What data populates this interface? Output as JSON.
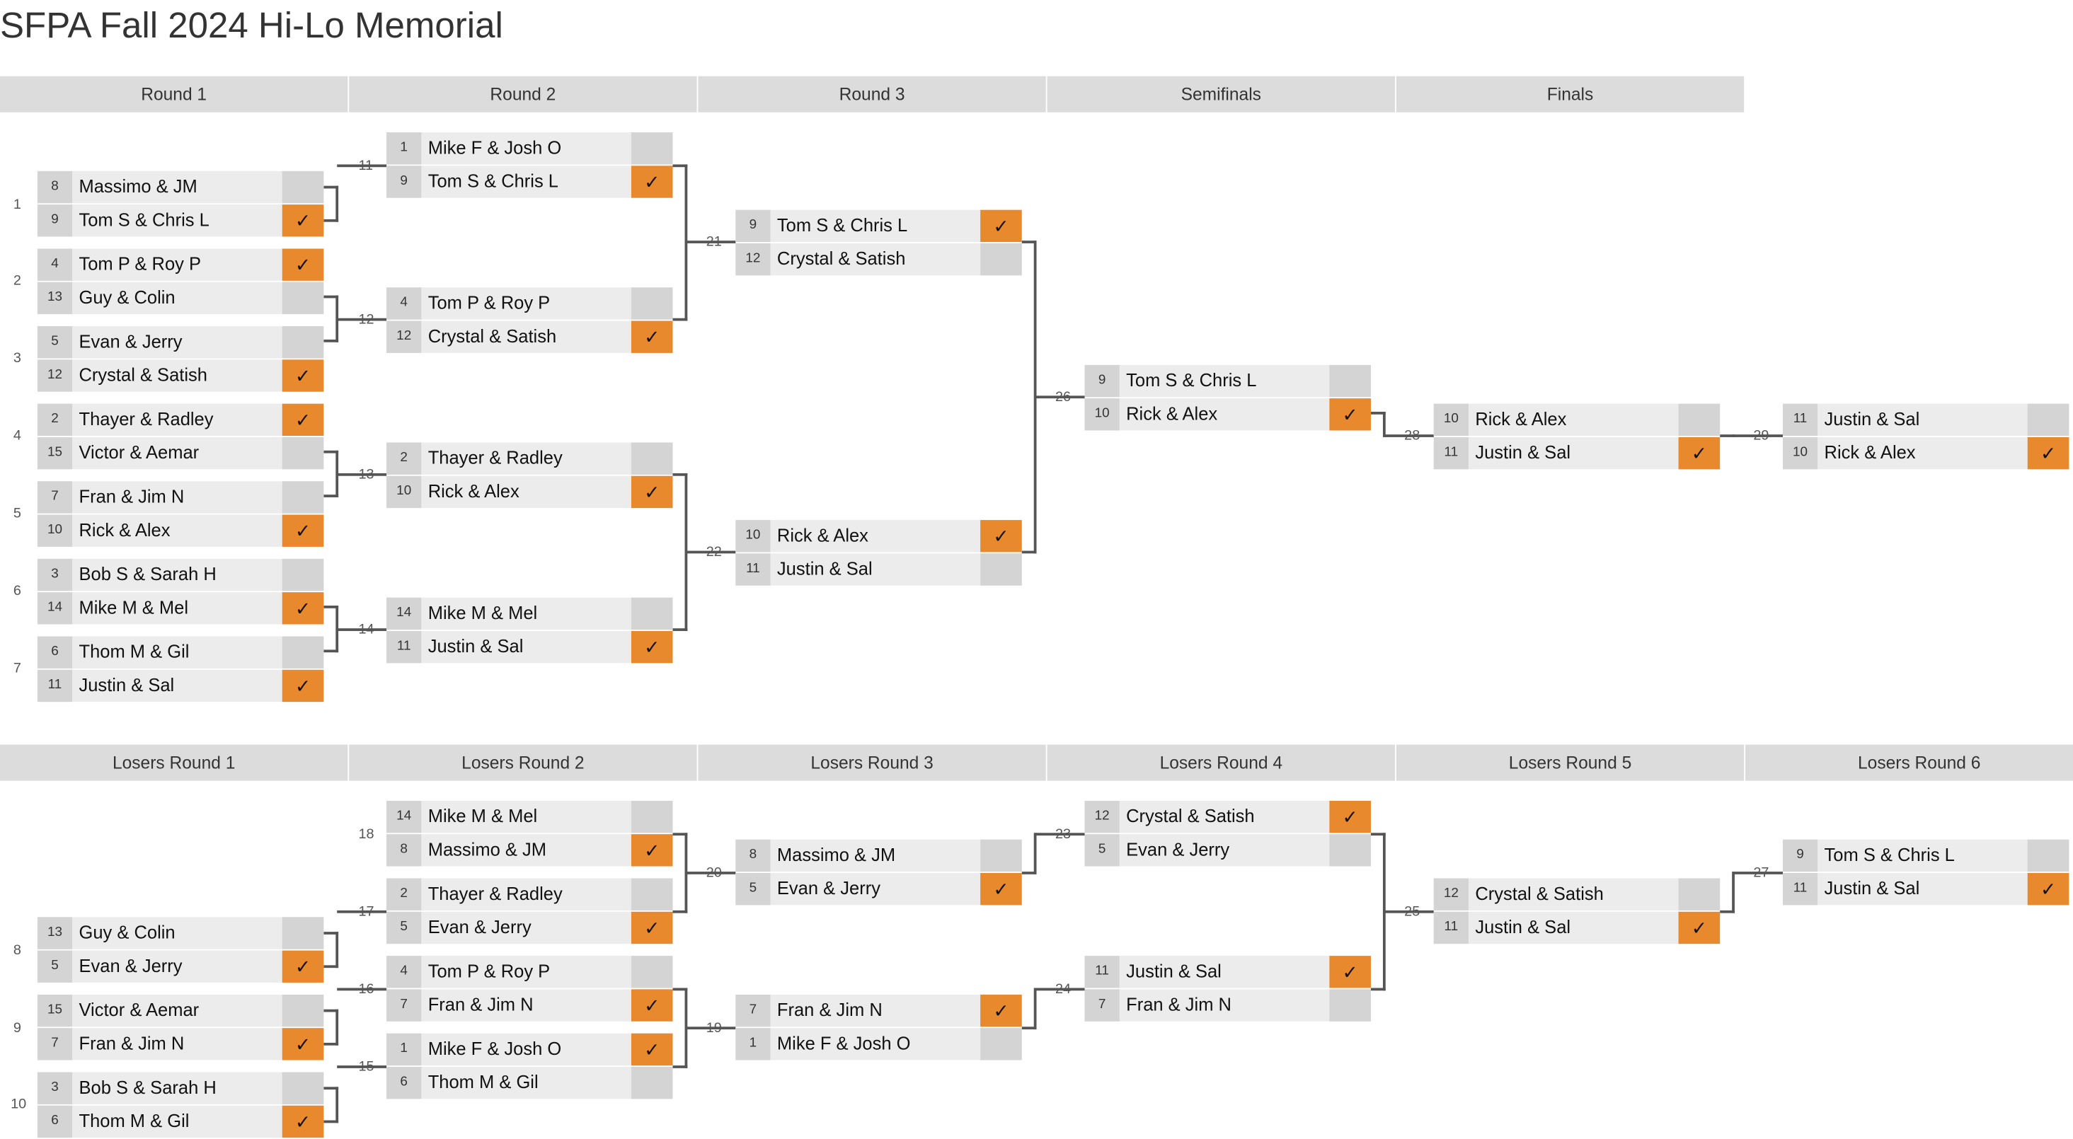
{
  "title": "SFPA Fall 2024 Hi-Lo Memorial",
  "colors": {
    "win": "#e8892e",
    "header": "#dcdcdc",
    "slot": "#ececec",
    "seed": "#d4d4d4",
    "connector": "#555555"
  },
  "check_icon": "check-mark-icon",
  "winners_headers": [
    "Round 1",
    "Round 2",
    "Round 3",
    "Semifinals",
    "Finals"
  ],
  "losers_headers": [
    "Losers Round 1",
    "Losers Round 2",
    "Losers Round 3",
    "Losers Round 4",
    "Losers Round 5",
    "Losers Round 6"
  ],
  "winners_matches": [
    {
      "num": "1",
      "teams": [
        {
          "seed": "8",
          "name": "Massimo & JM",
          "win": false
        },
        {
          "seed": "9",
          "name": "Tom S & Chris L",
          "win": true
        }
      ]
    },
    {
      "num": "2",
      "teams": [
        {
          "seed": "4",
          "name": "Tom P & Roy P",
          "win": true
        },
        {
          "seed": "13",
          "name": "Guy & Colin",
          "win": false
        }
      ]
    },
    {
      "num": "3",
      "teams": [
        {
          "seed": "5",
          "name": "Evan & Jerry",
          "win": false
        },
        {
          "seed": "12",
          "name": "Crystal & Satish",
          "win": true
        }
      ]
    },
    {
      "num": "4",
      "teams": [
        {
          "seed": "2",
          "name": "Thayer & Radley",
          "win": true
        },
        {
          "seed": "15",
          "name": "Victor & Aemar",
          "win": false
        }
      ]
    },
    {
      "num": "5",
      "teams": [
        {
          "seed": "7",
          "name": "Fran & Jim N",
          "win": false
        },
        {
          "seed": "10",
          "name": "Rick & Alex",
          "win": true
        }
      ]
    },
    {
      "num": "6",
      "teams": [
        {
          "seed": "3",
          "name": "Bob S & Sarah H",
          "win": false
        },
        {
          "seed": "14",
          "name": "Mike M & Mel",
          "win": true
        }
      ]
    },
    {
      "num": "7",
      "teams": [
        {
          "seed": "6",
          "name": "Thom M & Gil",
          "win": false
        },
        {
          "seed": "11",
          "name": "Justin & Sal",
          "win": true
        }
      ]
    },
    {
      "num": "11",
      "teams": [
        {
          "seed": "1",
          "name": "Mike F & Josh O",
          "win": false
        },
        {
          "seed": "9",
          "name": "Tom S & Chris L",
          "win": true
        }
      ]
    },
    {
      "num": "12",
      "teams": [
        {
          "seed": "4",
          "name": "Tom P & Roy P",
          "win": false
        },
        {
          "seed": "12",
          "name": "Crystal & Satish",
          "win": true
        }
      ]
    },
    {
      "num": "13",
      "teams": [
        {
          "seed": "2",
          "name": "Thayer & Radley",
          "win": false
        },
        {
          "seed": "10",
          "name": "Rick & Alex",
          "win": true
        }
      ]
    },
    {
      "num": "14",
      "teams": [
        {
          "seed": "14",
          "name": "Mike M & Mel",
          "win": false
        },
        {
          "seed": "11",
          "name": "Justin & Sal",
          "win": true
        }
      ]
    },
    {
      "num": "21",
      "teams": [
        {
          "seed": "9",
          "name": "Tom S & Chris L",
          "win": true
        },
        {
          "seed": "12",
          "name": "Crystal & Satish",
          "win": false
        }
      ]
    },
    {
      "num": "22",
      "teams": [
        {
          "seed": "10",
          "name": "Rick & Alex",
          "win": true
        },
        {
          "seed": "11",
          "name": "Justin & Sal",
          "win": false
        }
      ]
    },
    {
      "num": "26",
      "teams": [
        {
          "seed": "9",
          "name": "Tom S & Chris L",
          "win": false
        },
        {
          "seed": "10",
          "name": "Rick & Alex",
          "win": true
        }
      ]
    },
    {
      "num": "28",
      "teams": [
        {
          "seed": "10",
          "name": "Rick & Alex",
          "win": false
        },
        {
          "seed": "11",
          "name": "Justin & Sal",
          "win": true
        }
      ]
    },
    {
      "num": "29",
      "teams": [
        {
          "seed": "11",
          "name": "Justin & Sal",
          "win": false
        },
        {
          "seed": "10",
          "name": "Rick & Alex",
          "win": true
        }
      ]
    }
  ],
  "losers_matches": [
    {
      "num": "8",
      "teams": [
        {
          "seed": "13",
          "name": "Guy & Colin",
          "win": false
        },
        {
          "seed": "5",
          "name": "Evan & Jerry",
          "win": true
        }
      ]
    },
    {
      "num": "9",
      "teams": [
        {
          "seed": "15",
          "name": "Victor & Aemar",
          "win": false
        },
        {
          "seed": "7",
          "name": "Fran & Jim N",
          "win": true
        }
      ]
    },
    {
      "num": "10",
      "teams": [
        {
          "seed": "3",
          "name": "Bob S & Sarah H",
          "win": false
        },
        {
          "seed": "6",
          "name": "Thom M & Gil",
          "win": true
        }
      ]
    },
    {
      "num": "18",
      "teams": [
        {
          "seed": "14",
          "name": "Mike M & Mel",
          "win": false
        },
        {
          "seed": "8",
          "name": "Massimo & JM",
          "win": true
        }
      ]
    },
    {
      "num": "17",
      "teams": [
        {
          "seed": "2",
          "name": "Thayer & Radley",
          "win": false
        },
        {
          "seed": "5",
          "name": "Evan & Jerry",
          "win": true
        }
      ]
    },
    {
      "num": "16",
      "teams": [
        {
          "seed": "4",
          "name": "Tom P & Roy P",
          "win": false
        },
        {
          "seed": "7",
          "name": "Fran & Jim N",
          "win": true
        }
      ]
    },
    {
      "num": "15",
      "teams": [
        {
          "seed": "1",
          "name": "Mike F & Josh O",
          "win": true
        },
        {
          "seed": "6",
          "name": "Thom M & Gil",
          "win": false
        }
      ]
    },
    {
      "num": "20",
      "teams": [
        {
          "seed": "8",
          "name": "Massimo & JM",
          "win": false
        },
        {
          "seed": "5",
          "name": "Evan & Jerry",
          "win": true
        }
      ]
    },
    {
      "num": "19",
      "teams": [
        {
          "seed": "7",
          "name": "Fran & Jim N",
          "win": true
        },
        {
          "seed": "1",
          "name": "Mike F & Josh O",
          "win": false
        }
      ]
    },
    {
      "num": "23",
      "teams": [
        {
          "seed": "12",
          "name": "Crystal & Satish",
          "win": true
        },
        {
          "seed": "5",
          "name": "Evan & Jerry",
          "win": false
        }
      ]
    },
    {
      "num": "24",
      "teams": [
        {
          "seed": "11",
          "name": "Justin & Sal",
          "win": true
        },
        {
          "seed": "7",
          "name": "Fran & Jim N",
          "win": false
        }
      ]
    },
    {
      "num": "25",
      "teams": [
        {
          "seed": "12",
          "name": "Crystal & Satish",
          "win": false
        },
        {
          "seed": "11",
          "name": "Justin & Sal",
          "win": true
        }
      ]
    },
    {
      "num": "27",
      "teams": [
        {
          "seed": "9",
          "name": "Tom S & Chris L",
          "win": false
        },
        {
          "seed": "11",
          "name": "Justin & Sal",
          "win": true
        }
      ]
    }
  ]
}
